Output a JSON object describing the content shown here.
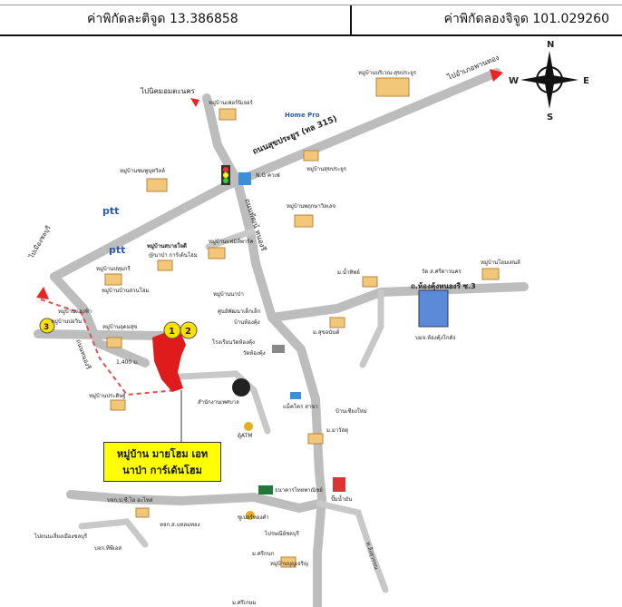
{
  "coordinates": {
    "latitude_label": "ค่าพิกัดละติจูด 13.386858",
    "longitude_label": "ค่าพิกัดลองจิจูด 101.029260"
  },
  "compass": {
    "n": "N",
    "s": "S",
    "e": "E",
    "w": "W"
  },
  "roads": {
    "main_road": "ถนนสุขประยูร (ทล 315)",
    "side_road_1": "ถนนพัฒน์ หนองรี",
    "side_road_2": "ถนนหนองรี",
    "soi_3": "ถ.ห้องคุ้งหนองรี ซ.3",
    "dist": "1,400 ม."
  },
  "destinations": {
    "to_phanthong": "ไปอำเภอพานทอง",
    "to_industrial": "ไปนิคมอมตะนคร",
    "to_chonburi": "ไปเมืองชลบุรี",
    "to_bottom_left": "ไปถนนเลี่ยงเมืองชลบุรี"
  },
  "places": {
    "p1": "หมู่บ้านบริเวณ-สุขประยูร",
    "p2": "หมู่บ้านเฟอร์นิเจอร์",
    "p3": "Home Pro",
    "p4": "หมู่บ้านชมพูนุทวิลล์",
    "p5": "หมู่บ้านสุขประยูร",
    "p6": "N.G คาเฟ่",
    "p7": "หมู่บ้านพฤกษาวิลเลจ",
    "p8": "หมู่บ้านแฟมิลี่พาร์ค",
    "p9": "หมู่บ้านสบายใจดี",
    "p10": "@นาป่า การ์เด้นโฮม",
    "p11": "หมู่บ้านปทุมกรี",
    "p12": "หมู่บ้านบ้านสวนโฮม",
    "p13": "ม.น้ำทิพย์",
    "p14": "หมู่บ้านโฮมเด่นส์",
    "p15": "วัด ส.ศรีดาวนคร",
    "p16": "หมู่บ้านแสงฟ้า",
    "p17": "หมู่บ้านอุดมสุข",
    "p18": "หมู่บ้านบ่อวิน",
    "p19": "หมู่บ้านนาป่า",
    "p20": "ศูนย์พัฒนาเด็กเล็ก",
    "p21": "บ้านห้องคุ้ง",
    "p22": "โรงเรียนวัดห้องคุ้ง",
    "p23": "วัดห้องคุ้ง",
    "p24": "ม.สุขอนันต์",
    "p25": "หมู่บ้านประดิษฐ์",
    "p26": "สำนักงานเทศบาล",
    "p27": "แม็คโคร สาขา",
    "p28": "บ้านเชียงใหม่",
    "p29": "ตู้ATM",
    "p30": "ม.มาวัสดุ",
    "p31": "บมจ.ห้องคุ้งโกดัง",
    "p32": "ปั๊มน้ำมัน",
    "p33": "ธนาคารไทยพาณิชย์",
    "p34": "บจก.ป.ซี.ไอ อะไหล่",
    "p35": "หจก.ส.แหลมทอง",
    "p36": "บจก.ทีพีเอส",
    "p37": "ซูเปอร์ทองคำ",
    "p38": "ไปรษณีย์ชลบุรี",
    "p39": "ม.ศรีกนก",
    "p40": "หมู่บ้านบุญเจริญ",
    "p41": "ม.ศรีเกษม",
    "p42": "ท.ลิงสุวรรณ"
  },
  "badges": {
    "b1": "1",
    "b2": "2",
    "b3": "3"
  },
  "logos": {
    "ptt": "ptt"
  },
  "site_label": {
    "line1": "หมู่บ้าน มายโฮม เอท",
    "line2": "นาป่า การ์เด้นโฮม"
  }
}
